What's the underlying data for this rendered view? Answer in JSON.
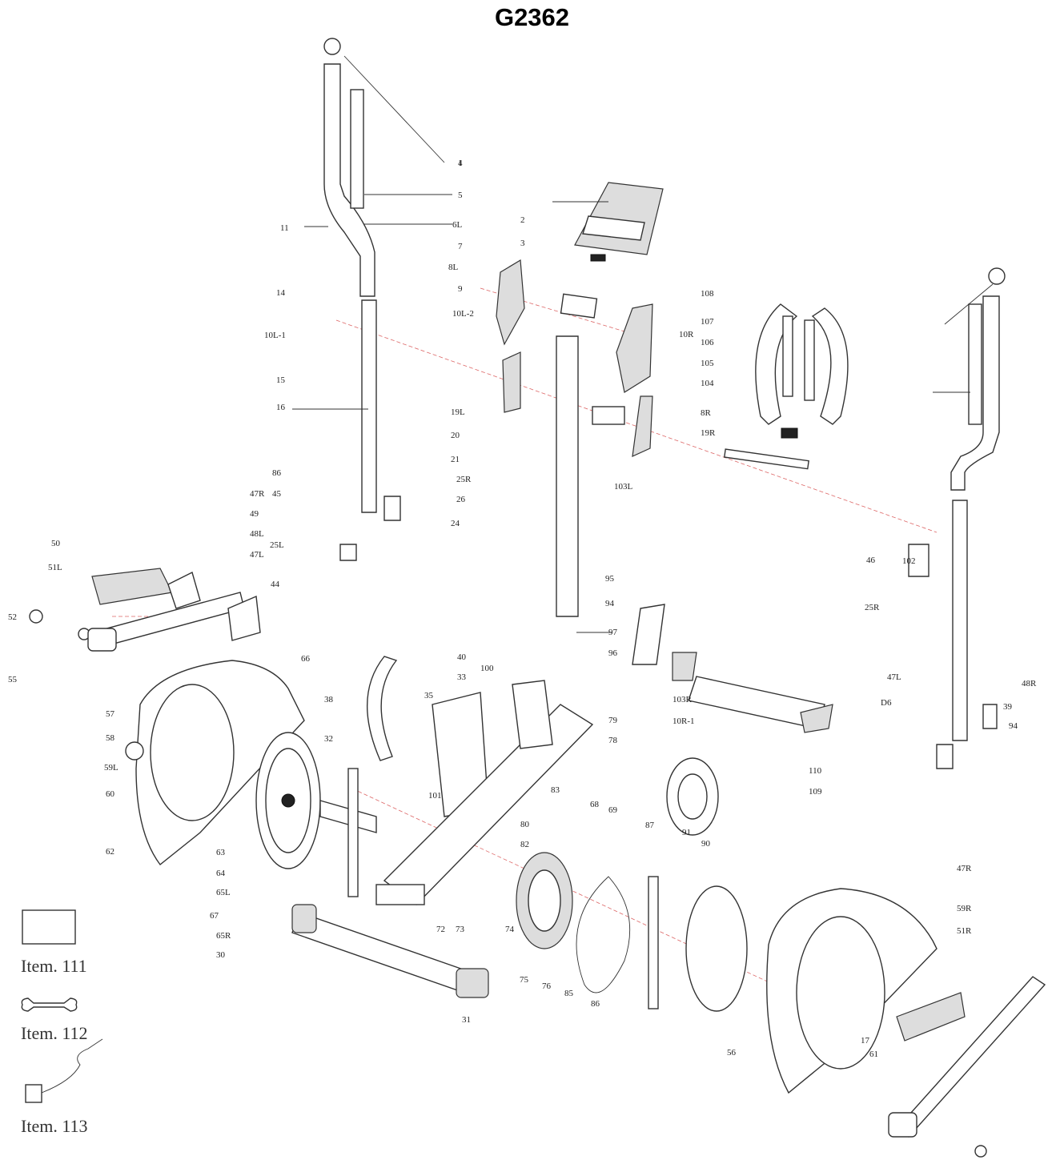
{
  "title": "G2362",
  "callouts": [
    "1",
    "2",
    "3",
    "4",
    "5",
    "6L",
    "7",
    "8L",
    "9",
    "10L-2",
    "10L-1",
    "11",
    "14",
    "15",
    "16",
    "19L",
    "20",
    "21",
    "24",
    "25R",
    "26",
    "86",
    "45",
    "47R",
    "49",
    "48L",
    "47L",
    "44",
    "50",
    "51L",
    "25L",
    "52",
    "55",
    "57",
    "58",
    "59L",
    "60",
    "66",
    "62",
    "63",
    "64",
    "65L",
    "67",
    "65R",
    "30",
    "31",
    "40",
    "33",
    "38",
    "35",
    "32",
    "101",
    "100",
    "97",
    "96",
    "79",
    "78",
    "80",
    "82",
    "83",
    "68",
    "69",
    "72",
    "73",
    "74",
    "75",
    "76",
    "85",
    "86",
    "87",
    "91",
    "90",
    "110",
    "109",
    "108",
    "107",
    "106",
    "105",
    "104",
    "8R",
    "19R",
    "10R",
    "103L",
    "102",
    "95",
    "94",
    "103R",
    "10R-1",
    "D6",
    "46",
    "25R",
    "47L",
    "48R",
    "47R",
    "59R",
    "51R",
    "56",
    "61",
    "17",
    "39",
    "94"
  ],
  "items": [
    {
      "label": "Item. 111",
      "icon": "frame-tool-icon"
    },
    {
      "label": "Item. 112",
      "icon": "wrench-icon"
    },
    {
      "label": "Item. 113",
      "icon": "power-adapter-icon"
    }
  ]
}
